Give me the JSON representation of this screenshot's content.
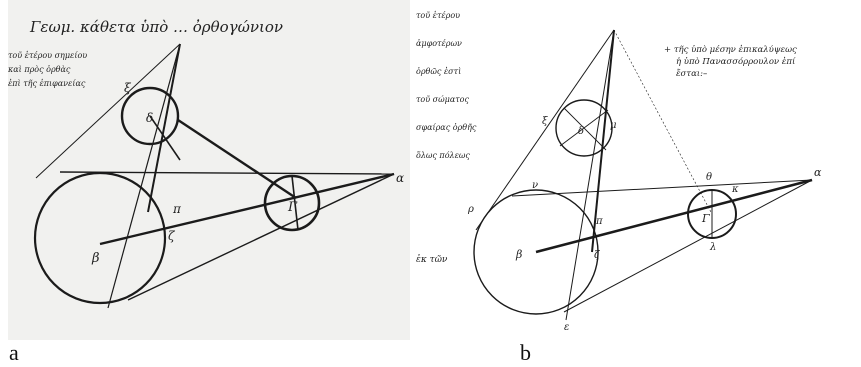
{
  "panel_a": {
    "caption": "a",
    "heading": "Γεωμ. κάθετα  ὑπὸ …  ὀρθογώνιον",
    "marginalia_lines": [
      "τοῦ ἑτέρου σημείου",
      "καὶ πρὸς ὀρθὰς",
      "ἐπὶ τῆς ἐπιφανείας"
    ],
    "labels": {
      "beta": "β",
      "gamma": "Γ",
      "delta": "δ",
      "pi": "π",
      "zeta": "ζ",
      "xi": "ξ",
      "alpha": "α"
    }
  },
  "panel_b": {
    "caption": "b",
    "text_top_right": [
      "+ τῆς ὑπὸ μέσην ἐπικαλύψεως",
      "ἡ ὑπὸ Πανασσόρρουλον ἐπί",
      "ἔσται:–"
    ],
    "text_left": [
      "τοῦ ἑτέρου",
      "ἀμφοτέρων",
      "ὀρθῶς ἐστὶ",
      "τοῦ σώματος",
      "σφαίρας ὀρθῆς",
      "ὅλως πόλεως"
    ],
    "bottom_left_note": "ἐκ τῶν",
    "labels": {
      "beta": "β",
      "gamma": "Γ",
      "delta": "δ",
      "alpha": "α",
      "pi": "π",
      "zeta": "ζ",
      "xi": "ξ",
      "mu": "μ",
      "theta": "θ",
      "kappa": "κ",
      "lambda": "λ",
      "nu": "ν",
      "rho": "ρ",
      "epsilon": "ε"
    }
  }
}
